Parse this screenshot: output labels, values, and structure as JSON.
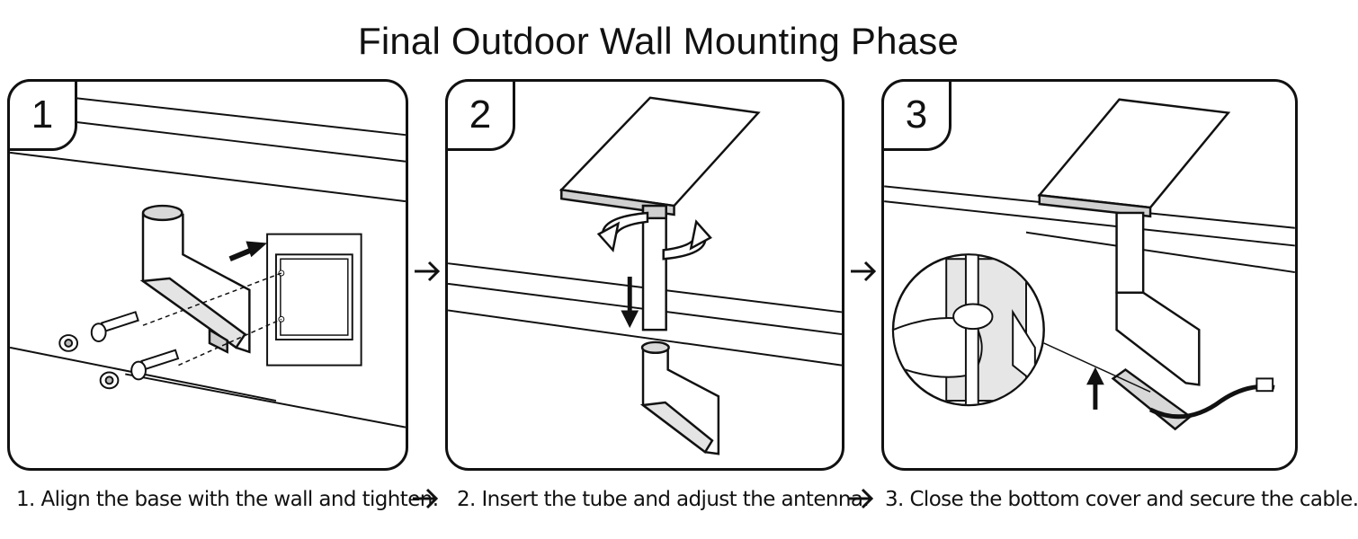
{
  "title": "Final Outdoor Wall Mounting Phase",
  "steps": [
    {
      "number": "1",
      "caption": "1. Align the base with the wall and tighten."
    },
    {
      "number": "2",
      "caption": "2. Insert the tube and adjust the antenna."
    },
    {
      "number": "3",
      "caption": "3. Close the bottom cover and secure the cable."
    }
  ],
  "colors": {
    "line": "#111111",
    "panel_bg": "#ffffff",
    "shade": "#cfcfcf"
  }
}
